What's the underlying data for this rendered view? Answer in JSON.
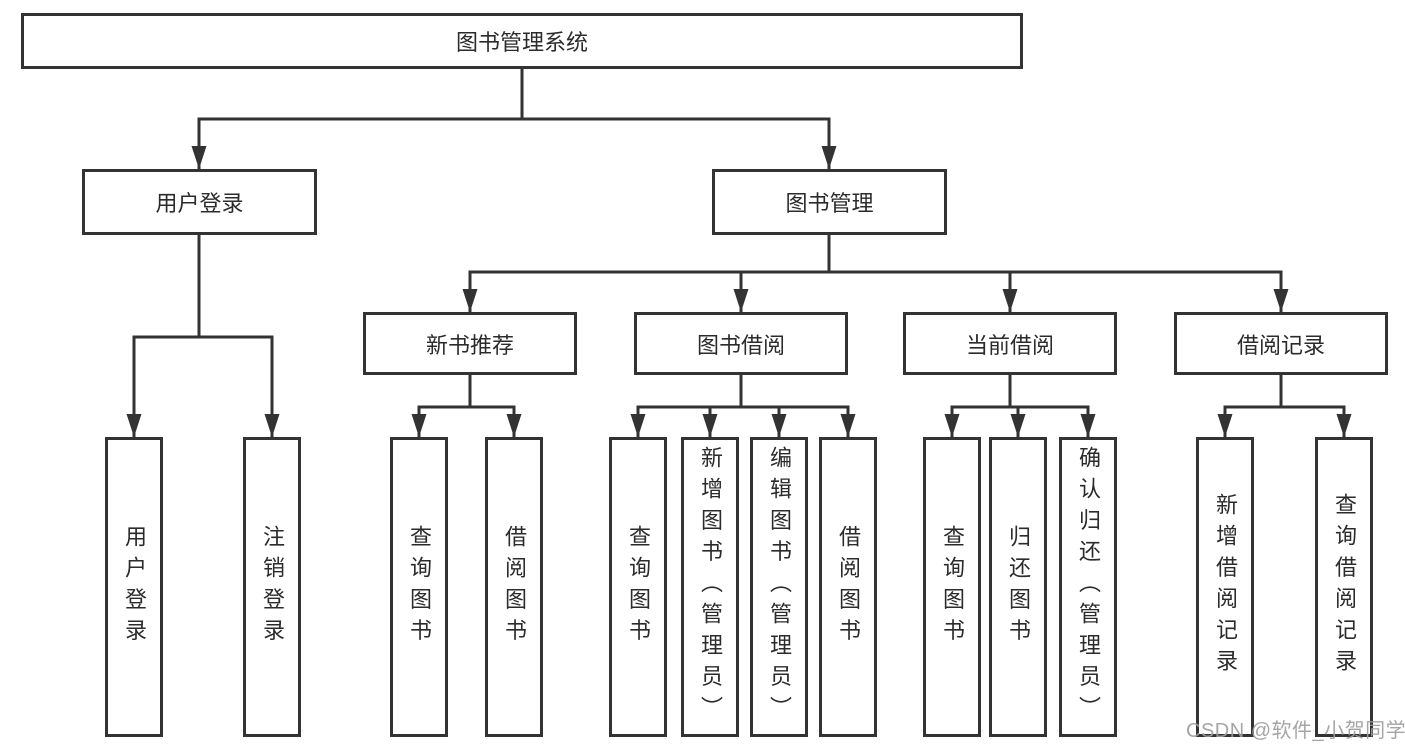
{
  "diagram_title": "图书管理系统",
  "colors": {
    "line": "#333333",
    "text": "#2b2b2b",
    "box_fill": "#ffffff",
    "watermark": "#9e9e9e"
  },
  "nodes": {
    "root": {
      "label": "图书管理系统"
    },
    "user_login": {
      "label": "用户登录"
    },
    "book_mgmt": {
      "label": "图书管理"
    },
    "new_book_rec": {
      "label": "新书推荐"
    },
    "book_borrow": {
      "label": "图书借阅"
    },
    "current_borrow": {
      "label": "当前借阅"
    },
    "borrow_records": {
      "label": "借阅记录"
    },
    "leaf_user_login": {
      "label": "用户登录"
    },
    "leaf_logout": {
      "label": "注销登录"
    },
    "leaf_query_book_1": {
      "label": "查询图书"
    },
    "leaf_borrow_book_1": {
      "label": "借阅图书"
    },
    "leaf_query_book_2": {
      "label": "查询图书"
    },
    "leaf_add_book": {
      "label": "新增图书（管理员）"
    },
    "leaf_edit_book": {
      "label": "编辑图书（管理员）"
    },
    "leaf_borrow_book_2": {
      "label": "借阅图书"
    },
    "leaf_query_book_3": {
      "label": "查询图书"
    },
    "leaf_return_book": {
      "label": "归还图书"
    },
    "leaf_confirm_return": {
      "label": "确认归还（管理员）"
    },
    "leaf_add_record": {
      "label": "新增借阅记录"
    },
    "leaf_query_record": {
      "label": "查询借阅记录"
    }
  },
  "hierarchy": {
    "root": [
      "user_login",
      "book_mgmt"
    ],
    "user_login": [
      "leaf_user_login",
      "leaf_logout"
    ],
    "book_mgmt": [
      "new_book_rec",
      "book_borrow",
      "current_borrow",
      "borrow_records"
    ],
    "new_book_rec": [
      "leaf_query_book_1",
      "leaf_borrow_book_1"
    ],
    "book_borrow": [
      "leaf_query_book_2",
      "leaf_add_book",
      "leaf_edit_book",
      "leaf_borrow_book_2"
    ],
    "current_borrow": [
      "leaf_query_book_3",
      "leaf_return_book",
      "leaf_confirm_return"
    ],
    "borrow_records": [
      "leaf_add_record",
      "leaf_query_record"
    ]
  },
  "watermark": {
    "text": "CSDN @软件_小贺同学"
  }
}
